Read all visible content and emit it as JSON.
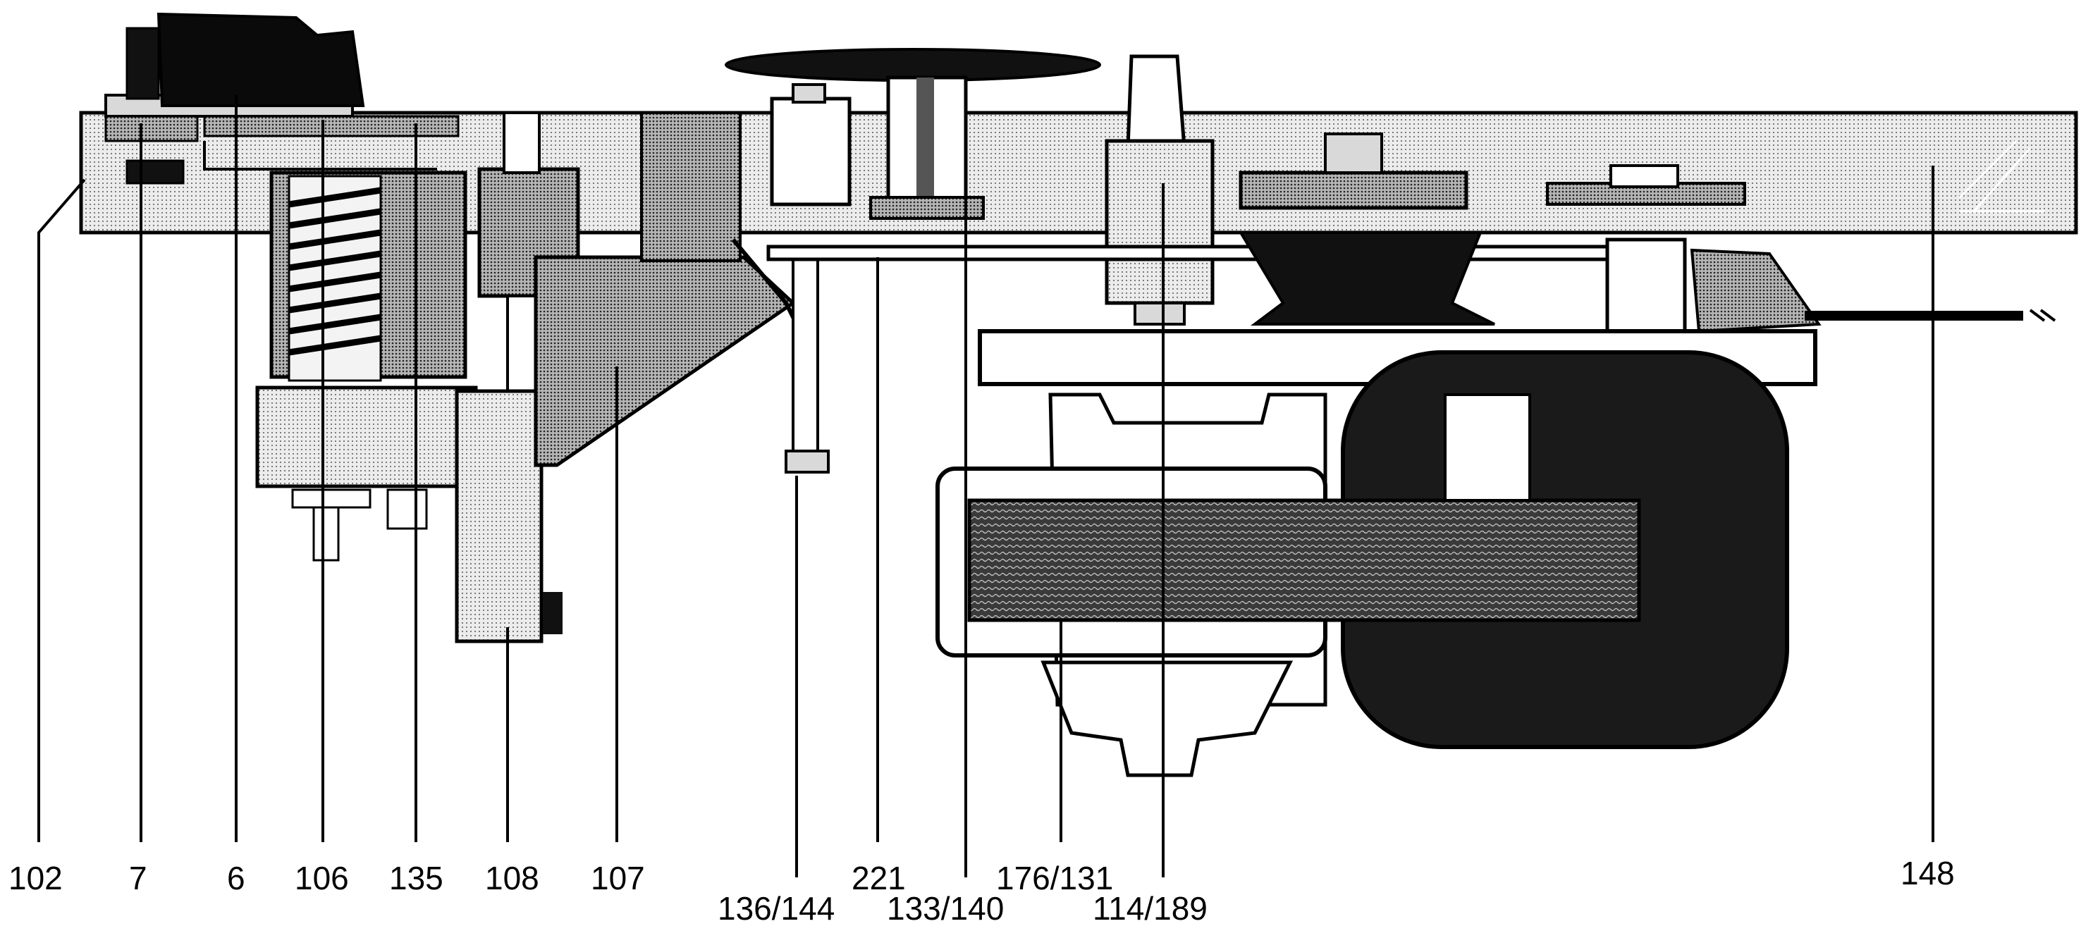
{
  "callouts": {
    "c102": "102",
    "c7": "7",
    "c6": "6",
    "c106": "106",
    "c135": "135",
    "c108": "108",
    "c107": "107",
    "c136_144": "136/144",
    "c221": "221",
    "c133_140": "133/140",
    "c176_131": "176/131",
    "c114_189": "114/189",
    "c148": "148"
  },
  "colors": {
    "ink": "#000000",
    "tone": "#d9d9d9",
    "midtone": "#9a9a9a",
    "paper": "#ffffff"
  }
}
